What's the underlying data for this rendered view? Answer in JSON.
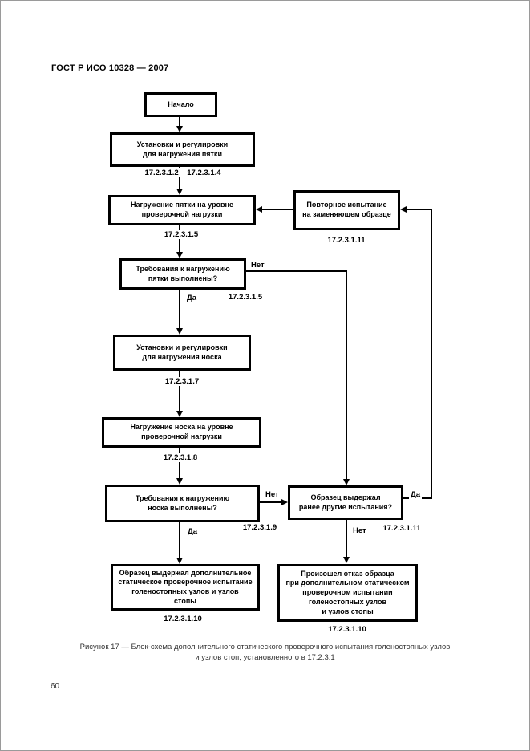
{
  "page": {
    "header": "ГОСТ Р ИСО 10328 — 2007",
    "page_number": "60",
    "caption": "Рисунок 17 — Блок-схема дополнительного статического проверочного испытания голеностопных узлов\nи узлов стоп, установленного в 17.2.3.1"
  },
  "flowchart": {
    "labels": {
      "yes": "Да",
      "no": "Нет"
    },
    "nodes": {
      "start": {
        "text": "Начало"
      },
      "setup_heel": {
        "text": "Установки и регулировки\nдля нагружения пятки",
        "ref": "17.2.3.1.2 – 17.2.3.1.4"
      },
      "heel_load": {
        "text": "Нагружение пятки на уровне\nпроверочной нагрузки",
        "ref": "17.2.3.1.5"
      },
      "repeat_test": {
        "text": "Повторное испытание\nна заменяющем образце",
        "ref": "17.2.3.1.11"
      },
      "decision_heel": {
        "text": "Требования к нагружению\nпятки выполнены?",
        "ref": "17.2.3.1.5"
      },
      "setup_toe": {
        "text": "Установки и регулировки\nдля нагружения носка",
        "ref": "17.2.3.1.7"
      },
      "toe_load": {
        "text": "Нагружение носка на уровне\nпроверочной нагрузки",
        "ref": "17.2.3.1.8"
      },
      "decision_toe": {
        "text": "Требования к нагружению\nноска выполнены?",
        "ref": "17.2.3.1.9"
      },
      "decision_passed": {
        "text": "Образец выдержал\nранее другие испытания?",
        "ref": "17.2.3.1.11"
      },
      "result_pass": {
        "text": "Образец выдержал дополнительное\nстатическое проверочное испытание\nголеностопных узлов и узлов\nстопы",
        "ref": "17.2.3.1.10"
      },
      "result_fail": {
        "text": "Произошел отказ образца\nпри дополнительном статическом\nпроверочном испытании\nголеностопных узлов\nи узлов стопы",
        "ref": "17.2.3.1.10"
      }
    }
  }
}
